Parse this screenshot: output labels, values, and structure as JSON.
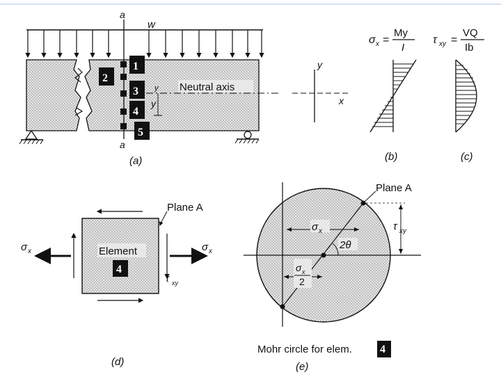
{
  "panel_a": {
    "section_label_top": "a",
    "section_label_bottom": "a",
    "load_label": "w",
    "neutral_axis_label": "Neutral axis",
    "y_label_upper": "y",
    "y_label_lower": "y",
    "caption": "(a)",
    "point_labels": [
      "1",
      "2",
      "3",
      "4",
      "5"
    ]
  },
  "axes_sketch": {
    "y": "y",
    "x": "x"
  },
  "panel_b": {
    "sigma": "σ",
    "sigma_sub": "x",
    "equals": "=",
    "numerator": "My",
    "denominator": "I",
    "caption": "(b)"
  },
  "panel_c": {
    "tau": "τ",
    "tau_sub": "xy",
    "equals": "=",
    "numerator": "VQ",
    "denominator": "Ib",
    "caption": "(c)"
  },
  "panel_d": {
    "plane_label": "Plane A",
    "element_label": "Element",
    "element_number": "4",
    "sigma_left": "σ",
    "sigma_left_sub": "x",
    "sigma_right": "σ",
    "sigma_right_sub": "x",
    "tau": "τ",
    "tau_sub": "xy",
    "caption": "(d)"
  },
  "panel_e": {
    "plane_label": "Plane A",
    "sigma": "σ",
    "sigma_sub": "x",
    "tau": "τ",
    "tau_sub": "xy",
    "angle": "2θ",
    "half_sigma_num": "σ",
    "half_sigma_num_sub": "x",
    "half_sigma_den": "2",
    "caption_text": "Mohr circle for elem.",
    "caption_number": "4",
    "caption": "(e)"
  },
  "colors": {
    "ink": "#111111",
    "fill": "#cfcfcf",
    "badge": "#111111",
    "top_rule": "#c8d6f0"
  }
}
